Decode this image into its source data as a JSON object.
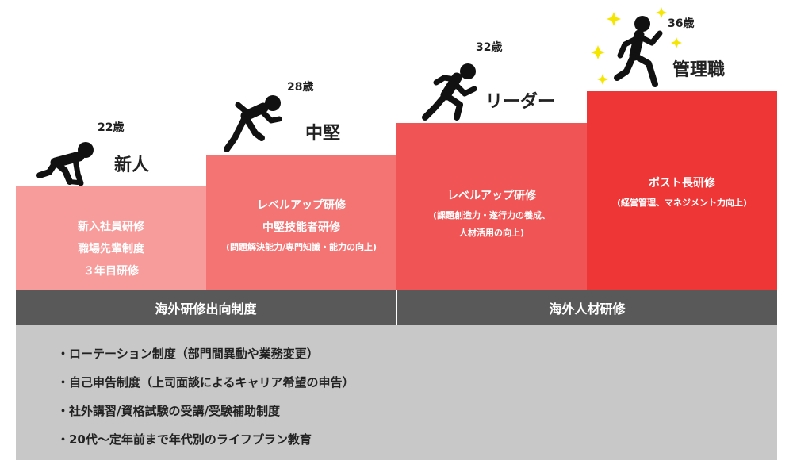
{
  "stages": [
    {
      "age": "22歳",
      "level": "新人",
      "lines": [
        "新入社員研修",
        "職場先輩制度",
        "３年目研修"
      ],
      "sub": [],
      "color": "#f79b9b"
    },
    {
      "age": "28歳",
      "level": "中堅",
      "lines": [
        "レベルアップ研修",
        "中堅技能者研修"
      ],
      "sub": [
        "(問題解決能力/専門知識・能力の向上)"
      ],
      "color": "#f47474"
    },
    {
      "age": "32歳",
      "level": "リーダー",
      "lines": [
        "レベルアップ研修"
      ],
      "sub": [
        "(課題創造力・遂行力の養成、",
        "人材活用の向上)"
      ],
      "color": "#f05454"
    },
    {
      "age": "36歳",
      "level": "管理職",
      "lines": [
        "ポスト長研修"
      ],
      "sub": [
        "(経営管理、マネジメント力向上)"
      ],
      "color": "#ee3636"
    }
  ],
  "bars": [
    "海外研修出向制度",
    "海外人材研修"
  ],
  "bullets": [
    "・ローテーション制度（部門間異動や業務変更）",
    "・自己申告制度（上司面談によるキャリア希望の申告）",
    "・社外講習/資格試験の受講/受験補助制度",
    "・20代〜定年前まで年代別のライフプラン教育"
  ],
  "colors": {
    "bar": "#595959",
    "bottom": "#c8c8c8",
    "star": "#f5e600"
  }
}
